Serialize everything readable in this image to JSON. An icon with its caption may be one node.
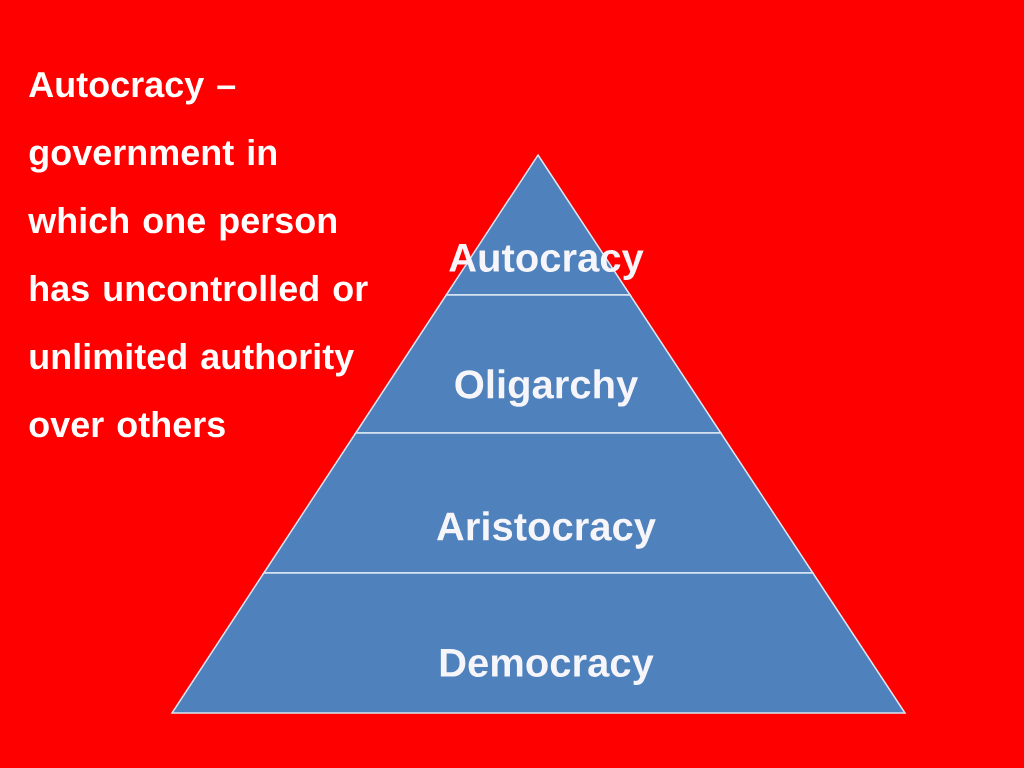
{
  "diagram": {
    "nodes": [
      {
        "text": [
          "Autocracy"
        ]
      },
      {
        "text": [
          "Oligarchy"
        ]
      },
      {
        "text": [
          "Aristocracy"
        ]
      },
      {
        "text": [
          "Democracy"
        ]
      }
    ],
    "labels": [
      "Autocracy – government in which one person has uncontrolled or unlimited authority over others"
    ]
  }
}
